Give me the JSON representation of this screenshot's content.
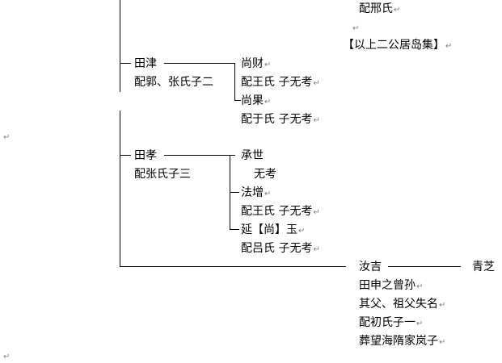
{
  "paragraph_mark": "↵",
  "lines": {
    "wife_xing": "配邢氏",
    "section_note": "【以上二公居岛集】",
    "tian_jin": "田津",
    "tian_jin_wife": "配郭、张氏子二",
    "shang_cai": "尚财",
    "shang_cai_wife": "配王氏  子无考",
    "shang_guo": "尚果",
    "shang_guo_wife": "配于氏  子无考",
    "tian_xiao": "田孝",
    "tian_xiao_wife": "配张氏子三",
    "cheng_shi": "承世",
    "cheng_shi_note": "无考",
    "fa_zeng": "法增",
    "fa_zeng_wife": "配王氏  子无考",
    "yan_shang_yu": "延【尚】玉",
    "yan_shang_yu_wife": "配吕氏  子无考",
    "ru_ji": "汝吉",
    "qing_zhi": "青芝",
    "ru_ji_relation": "田申之曾孙",
    "ru_ji_ancestry": "其父、祖父失名",
    "ru_ji_wife": "配初氏子一",
    "ru_ji_burial": "葬望海隋家岚子"
  }
}
